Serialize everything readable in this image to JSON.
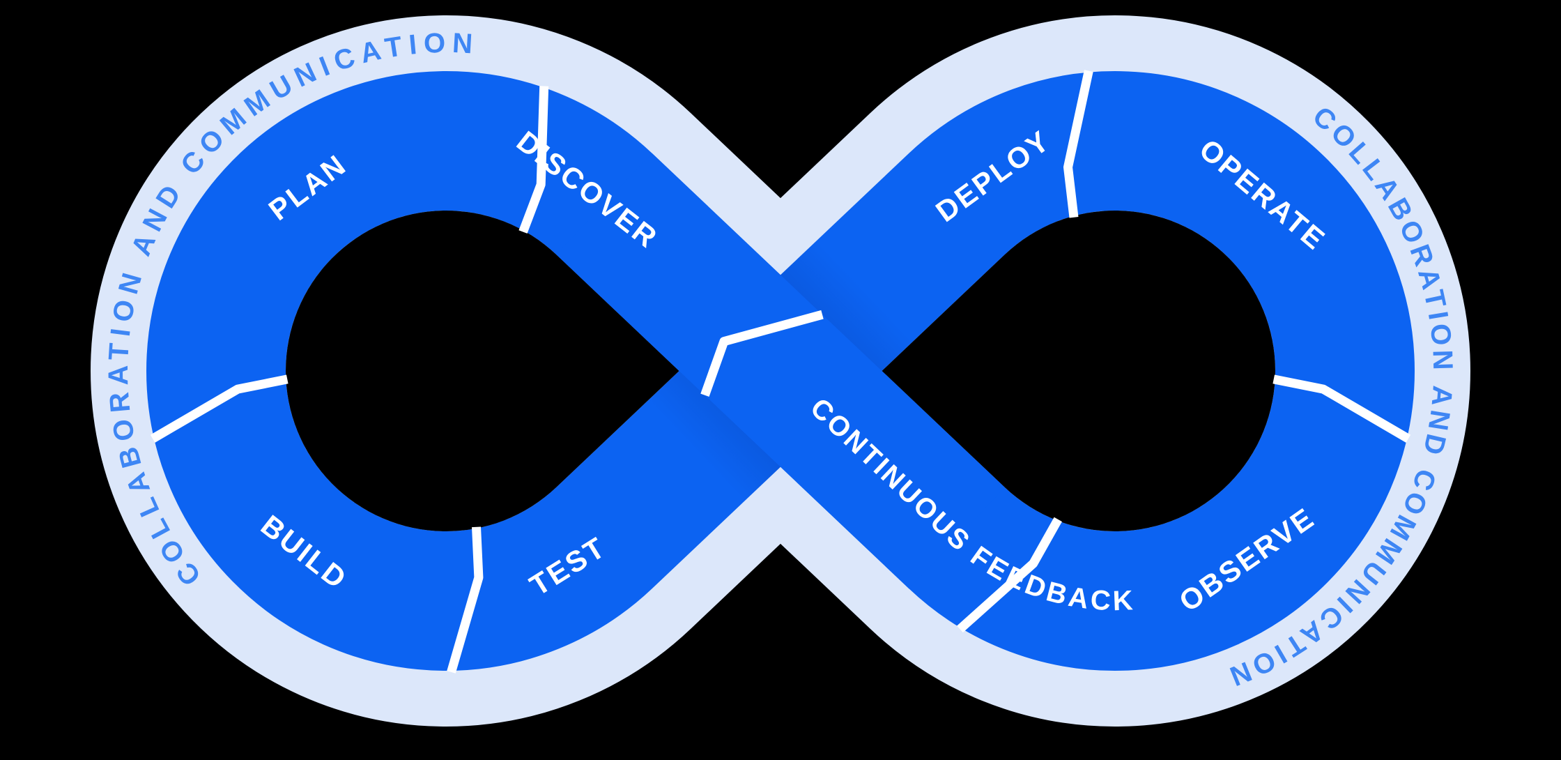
{
  "diagram": {
    "type": "devops-infinity-loop",
    "background_color": "#000000",
    "segments": {
      "plan": "PLAN",
      "discover": "DISCOVER",
      "build": "BUILD",
      "test": "TEST",
      "deploy": "DEPLOY",
      "operate": "OPERATE",
      "observe": "OBSERVE",
      "continuous_feedback": "CONTINUOUS FEEDBACK"
    },
    "loops": {
      "left_loop_segments": [
        "PLAN",
        "DISCOVER",
        "BUILD",
        "TEST"
      ],
      "right_loop_segments": [
        "DEPLOY",
        "OPERATE",
        "OBSERVE",
        "CONTINUOUS FEEDBACK"
      ]
    },
    "ring_label_left": "COLLABORATION AND COMMUNICATION",
    "ring_label_right": "COLLABORATION AND COMMUNICATION",
    "colors": {
      "band_blue": "#0C63F2",
      "outer_ring_light": "#DCE7FA",
      "ring_text_blue": "#3E86F4",
      "segment_text": "#FFFFFF",
      "divider_white": "#FFFFFF",
      "crossing_shadow": "#052F8F",
      "background": "#000000"
    }
  }
}
